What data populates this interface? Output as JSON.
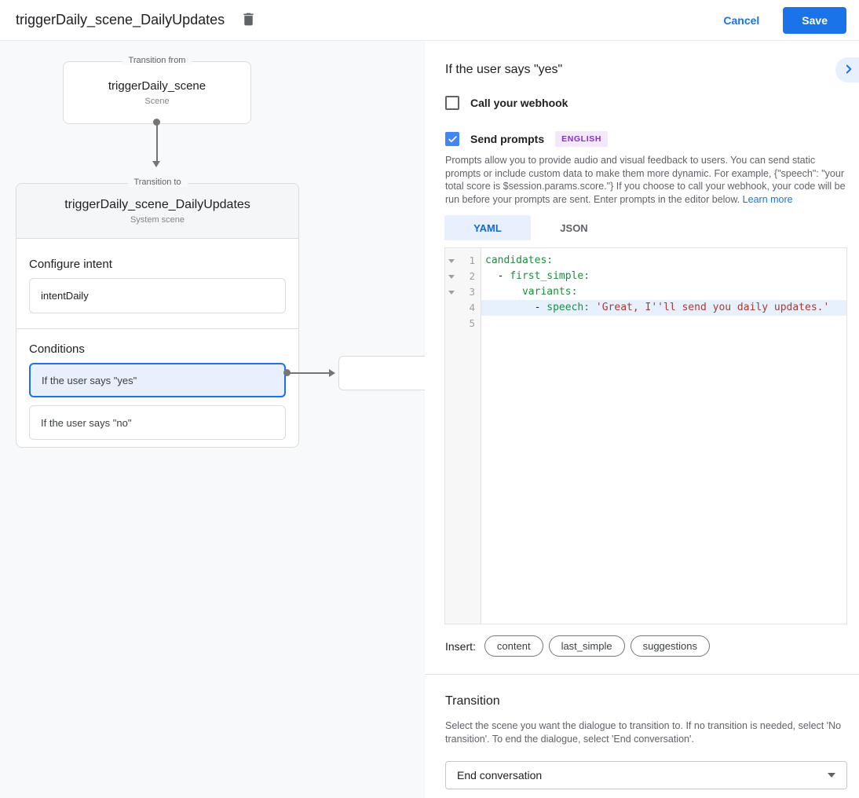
{
  "header": {
    "title": "triggerDaily_scene_DailyUpdates",
    "cancel_label": "Cancel",
    "save_label": "Save"
  },
  "colors": {
    "accent_blue": "#1a73e8",
    "selected_condition_bg": "#e8f0fe",
    "badge_bg": "#f3e8fd",
    "badge_text": "#8430ce",
    "code_key": "#1e8e3e",
    "code_string": "#a93a32"
  },
  "flow": {
    "from_box": {
      "legend": "Transition from",
      "title": "triggerDaily_scene",
      "subtitle": "Scene"
    },
    "to_card": {
      "legend": "Transition to",
      "title": "triggerDaily_scene_DailyUpdates",
      "subtitle": "System scene",
      "intent_label": "Configure intent",
      "intent_value": "intentDaily",
      "conditions_label": "Conditions",
      "conditions": [
        {
          "label": "If the user says \"yes\"",
          "selected": true
        },
        {
          "label": "If the user says \"no\"",
          "selected": false
        }
      ]
    }
  },
  "panel": {
    "title": "If the user says \"yes\"",
    "collapse_icon": "chevron-right-icon",
    "webhook_checkbox": {
      "label": "Call your webhook",
      "checked": false
    },
    "prompts_checkbox": {
      "label": "Send prompts",
      "checked": true,
      "badge": "ENGLISH"
    },
    "description": "Prompts allow you to provide audio and visual feedback to users. You can send static prompts or include custom data to make them more dynamic. For example, {\"speech\": \"your total score is $session.params.score.\"} If you choose to call your webhook, your code will be run before your prompts are sent. Enter prompts in the editor below. ",
    "learn_more_label": "Learn more",
    "tabs": [
      {
        "label": "YAML",
        "active": true
      },
      {
        "label": "JSON",
        "active": false
      }
    ],
    "editor": {
      "lines": [
        {
          "num": "1",
          "fold": true,
          "seg": [
            "candidates:",
            "",
            ""
          ]
        },
        {
          "num": "2",
          "fold": true,
          "seg": [
            "first_simple:",
            "  - ",
            ""
          ]
        },
        {
          "num": "3",
          "fold": true,
          "seg": [
            "variants:",
            "      ",
            ""
          ]
        },
        {
          "num": "4",
          "fold": false,
          "seg": [
            "speech:",
            "        - ",
            " 'Great, I''ll send you daily updates.'"
          ]
        },
        {
          "num": "5",
          "fold": false,
          "seg": [
            "",
            "",
            ""
          ]
        }
      ]
    },
    "insert": {
      "label": "Insert:",
      "buttons": [
        "content",
        "last_simple",
        "suggestions"
      ]
    },
    "transition": {
      "title": "Transition",
      "description": "Select the scene you want the dialogue to transition to. If no transition is needed, select 'No transition'. To end the dialogue, select 'End conversation'.",
      "select_value": "End conversation"
    }
  }
}
